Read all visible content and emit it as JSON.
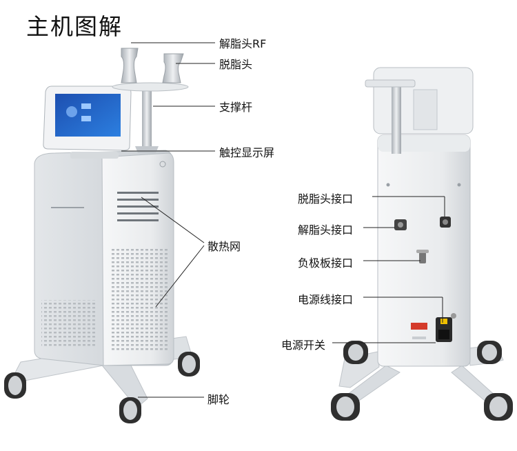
{
  "title": "主机图解",
  "front_labels": {
    "rf_head": "解脂头RF",
    "fat_head": "脱脂头",
    "support_rod": "支撑杆",
    "touch_screen": "触控显示屏",
    "heat_vent": "散热网",
    "caster": "脚轮"
  },
  "rear_labels": {
    "fat_head_port": "脱脂头接口",
    "rf_head_port": "解脂头接口",
    "negative_plate_port": "负极板接口",
    "power_cord_port": "电源线接口",
    "power_switch": "电源开关"
  },
  "colors": {
    "body": "#eceef0",
    "body_shade": "#d4d8dc",
    "screen": "#1f5fbf",
    "wheel": "#3a3a3a",
    "accent_red": "#d43a2a"
  }
}
